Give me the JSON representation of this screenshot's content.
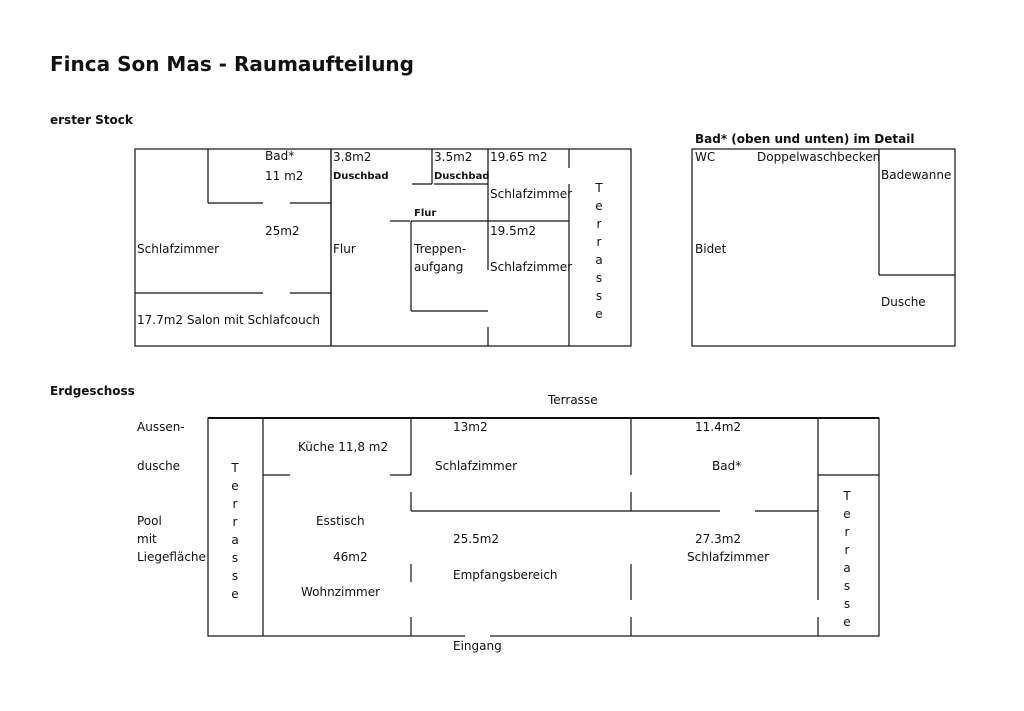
{
  "title": "Finca Son Mas - Raumaufteilung",
  "upper": {
    "section_label": "erster Stock",
    "bad_label": "Bad*",
    "bad_area": "11 m2",
    "dusch1_area": "3.8m2",
    "dusch1_label": "Duschbad",
    "dusch2_area": "3.5m2",
    "dusch2_label": "Duschbad",
    "sz1_area": "19.65 m2",
    "sz1_label": "Schlafzimmer",
    "flur_small": "Flur",
    "big_area": "25m2",
    "big_label": "Schlafzimmer",
    "flur_label": "Flur",
    "treppe1": "Treppen-",
    "treppe2": "aufgang",
    "sz2_area": "19.5m2",
    "sz2_label": "Schlafzimmer",
    "salon": "17.7m2 Salon mit Schlafcouch",
    "terrasse_letters": [
      "T",
      "e",
      "r",
      "r",
      "a",
      "s",
      "s",
      "e"
    ]
  },
  "detail": {
    "heading": "Bad* (oben und unten) im Detail",
    "wc": "WC",
    "doppel": "Doppelwaschbecken",
    "badewanne": "Badewanne",
    "bidet": "Bidet",
    "dusche": "Dusche"
  },
  "ground": {
    "section_label": "Erdgeschoss",
    "terrasse_top": "Terrasse",
    "aussen1": "Aussen-",
    "aussen2": "dusche",
    "pool1": "Pool",
    "pool2": "mit",
    "pool3": "Liegefläche",
    "kueche": "Küche 11,8 m2",
    "sz13_area": "13m2",
    "sz13_label": "Schlafzimmer",
    "bad_area": "11.4m2",
    "bad_label": "Bad*",
    "esstisch": "Esstisch",
    "wohn_area": "46m2",
    "wohn_label": "Wohnzimmer",
    "empf_area": "25.5m2",
    "empf_label": "Empfangsbereich",
    "sz27_area": "27.3m2",
    "sz27_label": "Schlafzimmer",
    "eingang": "Eingang",
    "terrasse_left": [
      "T",
      "e",
      "r",
      "r",
      "a",
      "s",
      "s",
      "e"
    ],
    "terrasse_right": [
      "T",
      "e",
      "r",
      "r",
      "a",
      "s",
      "s",
      "e"
    ]
  }
}
